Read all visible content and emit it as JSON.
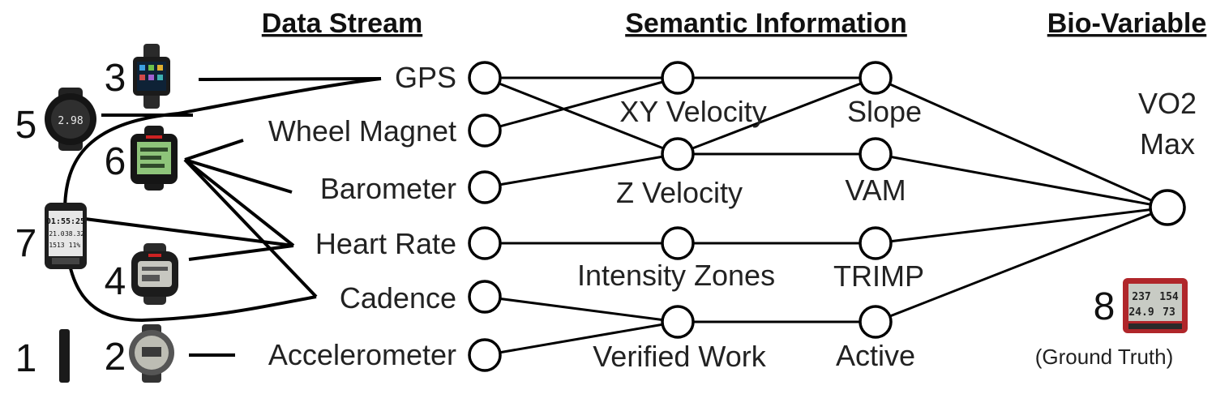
{
  "headers": {
    "data_stream": "Data Stream",
    "semantic_information": "Semantic Information",
    "bio_variable": "Bio-Variable"
  },
  "data_stream_labels": {
    "gps": "GPS",
    "wheel_magnet": "Wheel Magnet",
    "barometer": "Barometer",
    "heart_rate": "Heart Rate",
    "cadence": "Cadence",
    "accelerometer": "Accelerometer"
  },
  "semantic_labels": {
    "xy_velocity": "XY Velocity",
    "z_velocity": "Z Velocity",
    "intensity_zones": "Intensity Zones",
    "verified_work": "Verified Work"
  },
  "metric_labels": {
    "slope": "Slope",
    "vam": "VAM",
    "trimp": "TRIMP",
    "active": "Active"
  },
  "bio_variable": {
    "line1": "VO2",
    "line2": "Max"
  },
  "devices": {
    "d1": "1",
    "d2": "2",
    "d3": "3",
    "d4": "4",
    "d5": "5",
    "d6": "6",
    "d7": "7",
    "d8": "8"
  },
  "ground_truth": "(Ground Truth)",
  "device_screens": {
    "d7_time": "01:55:25",
    "d7_a": "21.0",
    "d7_b": "38.32",
    "d7_c": "1513",
    "d7_d": "11%",
    "d5_value": "2.98",
    "d8_a": "237",
    "d8_b": "154",
    "d8_c": "24.9",
    "d8_d": "73"
  }
}
